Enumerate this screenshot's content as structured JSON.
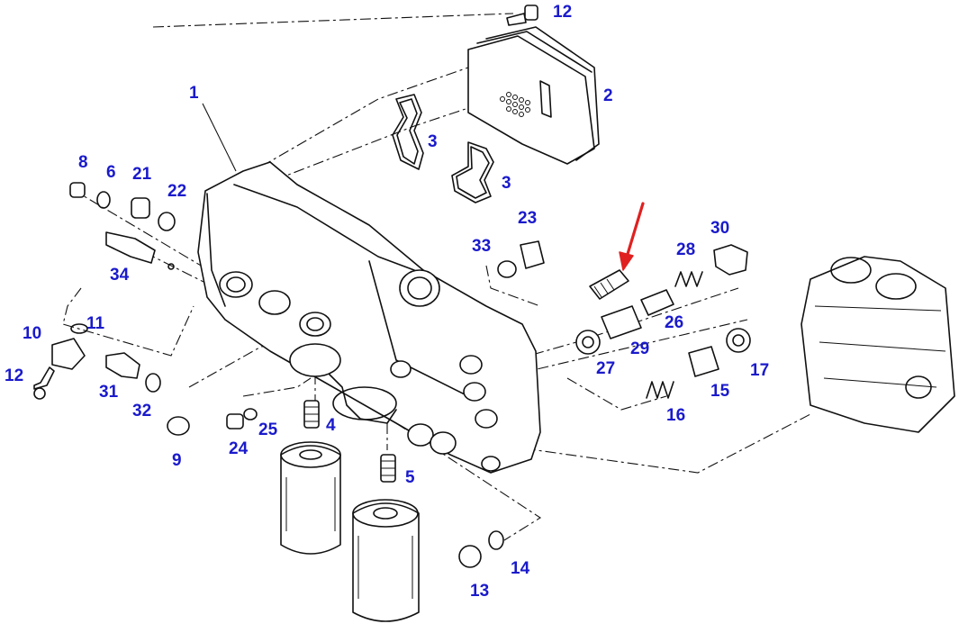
{
  "diagram": {
    "accent_color": "#1a1acc",
    "highlight_arrow_color": "#e02020",
    "highlight_arrow_target": "part 34-style sensor next to 23 (pointed by red arrow)",
    "callouts": [
      {
        "id": "c1",
        "label": "1"
      },
      {
        "id": "c2",
        "label": "2"
      },
      {
        "id": "c3a",
        "label": "3"
      },
      {
        "id": "c3b",
        "label": "3"
      },
      {
        "id": "c4",
        "label": "4"
      },
      {
        "id": "c5",
        "label": "5"
      },
      {
        "id": "c6",
        "label": "6"
      },
      {
        "id": "c8",
        "label": "8"
      },
      {
        "id": "c9",
        "label": "9"
      },
      {
        "id": "c10",
        "label": "10"
      },
      {
        "id": "c11",
        "label": "11"
      },
      {
        "id": "c12a",
        "label": "12"
      },
      {
        "id": "c12b",
        "label": "12"
      },
      {
        "id": "c13",
        "label": "13"
      },
      {
        "id": "c14",
        "label": "14"
      },
      {
        "id": "c15",
        "label": "15"
      },
      {
        "id": "c16",
        "label": "16"
      },
      {
        "id": "c17",
        "label": "17"
      },
      {
        "id": "c21",
        "label": "21"
      },
      {
        "id": "c22",
        "label": "22"
      },
      {
        "id": "c23",
        "label": "23"
      },
      {
        "id": "c24",
        "label": "24"
      },
      {
        "id": "c25",
        "label": "25"
      },
      {
        "id": "c26",
        "label": "26"
      },
      {
        "id": "c27",
        "label": "27"
      },
      {
        "id": "c28",
        "label": "28"
      },
      {
        "id": "c29",
        "label": "29"
      },
      {
        "id": "c30",
        "label": "30"
      },
      {
        "id": "c31",
        "label": "31"
      },
      {
        "id": "c32",
        "label": "32"
      },
      {
        "id": "c33",
        "label": "33"
      },
      {
        "id": "c34",
        "label": "34"
      }
    ]
  }
}
